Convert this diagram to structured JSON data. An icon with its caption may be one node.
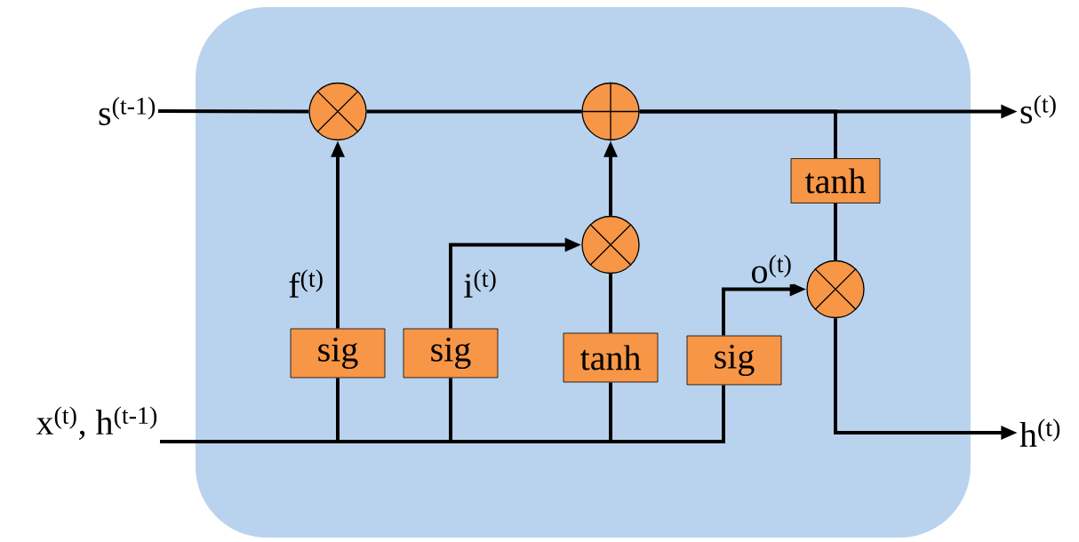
{
  "diagram": {
    "nodes": [
      {
        "text": [],
        "shape": "box"
      },
      {
        "text": [
          "s$^{(t-1)}$"
        ]
      },
      {
        "text": [],
        "shape": "circle",
        "in": 0
      },
      {
        "text": [],
        "shape": "circle",
        "in": 0
      },
      {
        "text": [
          "s$^{(t)}$"
        ]
      },
      {
        "text": [
          "tanh"
        ],
        "in": 0
      },
      {
        "text": [],
        "shape": "circle",
        "in": 0
      },
      {
        "text": [
          "h$^{(t)}$"
        ]
      },
      {
        "text": [],
        "shape": "circle",
        "in": 0
      },
      {
        "text": [
          "sig"
        ],
        "in": 0
      },
      {
        "text": [
          "sig"
        ],
        "in": 0
      },
      {
        "text": [
          "tanh"
        ],
        "in": 0
      },
      {
        "text": [
          "sig"
        ],
        "in": 0
      },
      {
        "text": [
          "x$^{(t)}$, h$^{(t-1)}$"
        ]
      }
    ],
    "edges": [
      {
        "from": 1,
        "to": 2,
        "arrow": "none"
      },
      {
        "from": 2,
        "to": 3,
        "arrow": "none"
      },
      {
        "from": 3,
        "to": 4,
        "arrow": "to"
      },
      {
        "from": 3,
        "to": 5,
        "arrow": "none"
      },
      {
        "from": 5,
        "to": 6,
        "arrow": "none"
      },
      {
        "from": 6,
        "to": 7,
        "arrow": "to"
      },
      {
        "from": 9,
        "to": 2,
        "arrow": "to",
        "label": "f$^{(t)}$"
      },
      {
        "from": 10,
        "to": 8,
        "arrow": "to",
        "label": "i$^{(t)}$"
      },
      {
        "from": 11,
        "to": 8,
        "arrow": "none"
      },
      {
        "from": 8,
        "to": 3,
        "arrow": "to"
      },
      {
        "from": 12,
        "to": 6,
        "arrow": "to",
        "label": "o$^{(t)}$"
      },
      {
        "from": 13,
        "to": 9,
        "arrow": "none"
      },
      {
        "from": 13,
        "to": 10,
        "arrow": "none"
      },
      {
        "from": 13,
        "to": 11,
        "arrow": "none"
      },
      {
        "from": 13,
        "to": 12,
        "arrow": "none"
      }
    ]
  }
}
